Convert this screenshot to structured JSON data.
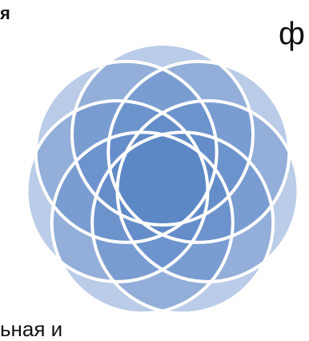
{
  "text_fragments": {
    "top_left": "я",
    "top_right": "ф",
    "bottom_left": "ьная и"
  },
  "diagram": {
    "type": "overlapping-circles-rosette",
    "petal_count": 7,
    "colors": {
      "fill": "#5b86c5",
      "outline": "#ffffff",
      "background": "#ffffff"
    }
  }
}
